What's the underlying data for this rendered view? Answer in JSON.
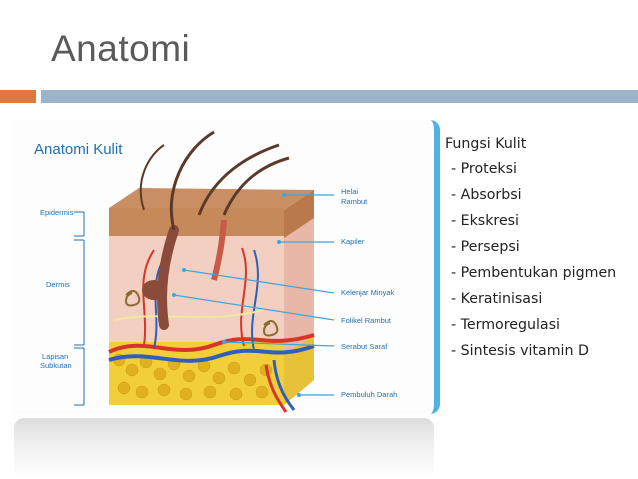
{
  "slide": {
    "title": "Anatomi"
  },
  "figure": {
    "title": "Anatomi Kulit",
    "left_labels": [
      "Epidermis",
      "Dermis",
      "Lapisan",
      "Subkutan"
    ],
    "right_labels": [
      "Helai",
      "Rambut",
      "Kapiler",
      "Kelenjar Minyak",
      "Folikel Rambut",
      "Serabut Saraf",
      "Pembuluh Darah"
    ],
    "colors": {
      "accent": "#4fb2e6",
      "label": "#1f6fb3",
      "epidermis": "#c68a5a",
      "dermis": "#f3cfc2",
      "fat": "#f2cf3a",
      "artery": "#d9342b",
      "vein": "#2f5fb8"
    }
  },
  "list": {
    "heading": "Fungsi Kulit",
    "items": [
      "- Proteksi",
      "- Absorbsi",
      "- Ekskresi",
      "- Persepsi",
      "- Pembentukan pigmen",
      "- Keratinisasi",
      "- Termoregulasi",
      "- Sintesis vitamin D"
    ]
  }
}
